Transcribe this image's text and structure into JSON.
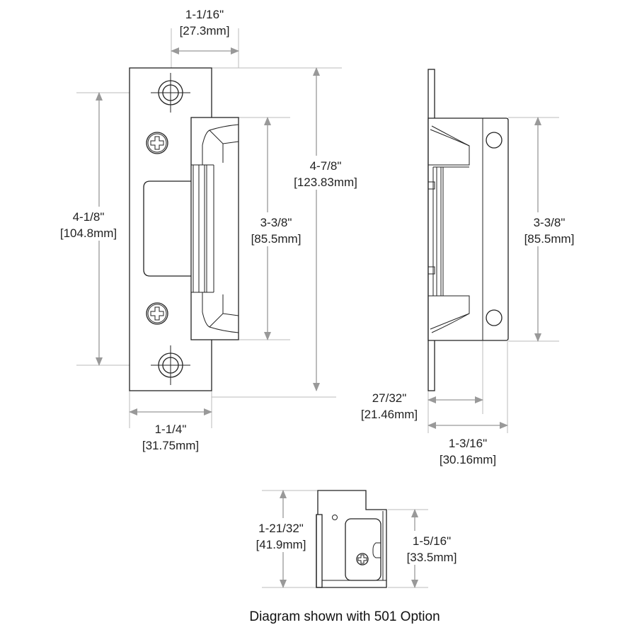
{
  "dimensions": {
    "top_width": {
      "imperial": "1-1/16\"",
      "metric": "[27.3mm]"
    },
    "hole_spacing": {
      "imperial": "4-1/8\"",
      "metric": "[104.8mm]"
    },
    "front_body_height": {
      "imperial": "3-3/8\"",
      "metric": "[85.5mm]"
    },
    "overall_height": {
      "imperial": "4-7/8\"",
      "metric": "[123.83mm]"
    },
    "plate_width": {
      "imperial": "1-1/4\"",
      "metric": "[31.75mm]"
    },
    "side_body_height": {
      "imperial": "3-3/8\"",
      "metric": "[85.5mm]"
    },
    "body_depth": {
      "imperial": "27/32\"",
      "metric": "[21.46mm]"
    },
    "overall_depth": {
      "imperial": "1-3/16\"",
      "metric": "[30.16mm]"
    },
    "bottom_height": {
      "imperial": "1-21/32\"",
      "metric": "[41.9mm]"
    },
    "bottom_body_height": {
      "imperial": "1-5/16\"",
      "metric": "[33.5mm]"
    }
  },
  "caption": "Diagram shown with 501 Option",
  "colors": {
    "line": "#222222",
    "dimension": "#999999",
    "extension": "#bbbbbb"
  }
}
